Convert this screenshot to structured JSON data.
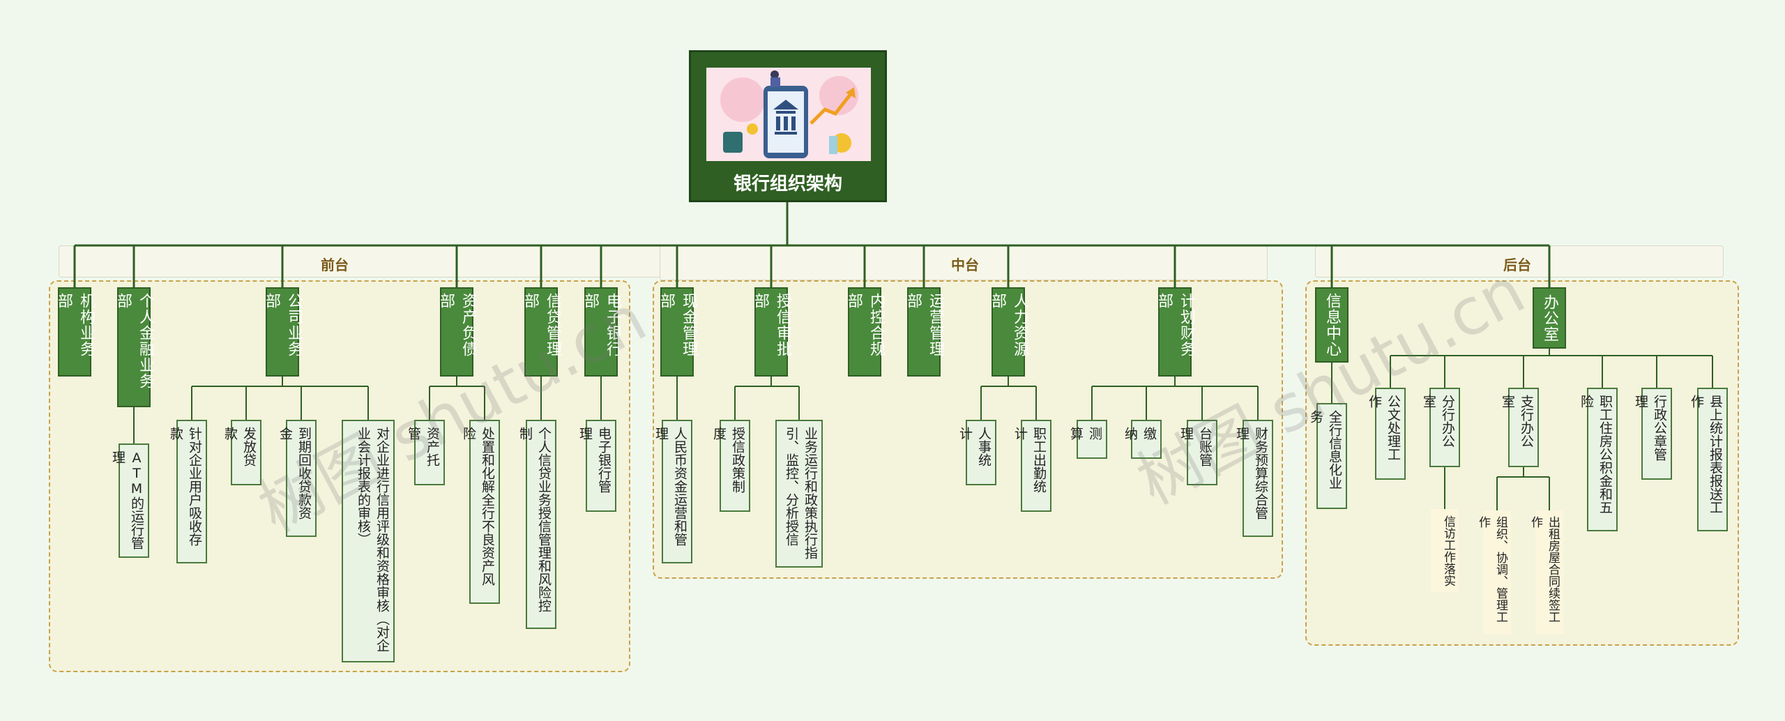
{
  "root": {
    "label": "银行组织架构"
  },
  "groups": {
    "front": "前台",
    "middle": "中台",
    "back": "后台"
  },
  "watermark": "树图 shutu.cn",
  "colors": {
    "line": "#2f5f23",
    "node_l1": "#4a8a3c",
    "node_l2": "#e8f3e4",
    "group_border": "#c8a24a",
    "background": "#f0f8ee"
  },
  "n": {
    "jg": "机构业务部",
    "gr": "个人金融业务部",
    "gr_atm": "ATM的运行管理",
    "gs": "公司业务部",
    "gs_a": "针对企业用户吸收存款",
    "gs_b": "发放贷款",
    "gs_c": "到期回收贷款资金",
    "gs_d": "对企业进行信用评级和资格审核（对企业会计报表的审核）",
    "zc": "资产负债部",
    "zc_a": "资产托管",
    "zc_b": "处置和化解全行不良资产风险",
    "xd": "信贷管理部",
    "xd_a": "个人信贷业务授信管理和风险控制",
    "dz": "电子银行部",
    "dz_a": "电子银行管理",
    "xj": "现金管理部",
    "xj_a": "人民币资金运营和管理",
    "sx": "授信审批部",
    "sx_a": "授信政策制度",
    "sx_b": "业务运行和政策执行指引、监控、分析授信",
    "nk": "内控合规部",
    "yy": "运营管理部",
    "rl": "人力资源部",
    "rl_a": "人事统计",
    "rl_b": "职工出勤统计",
    "jh": "计划财务部",
    "jh_a": "测算",
    "jh_b": "缴纳",
    "jh_c": "台账管理",
    "jh_d": "财务预算综合管理",
    "xx": "信息中心",
    "xx_a": "全行信息化业务",
    "bg": "办公室",
    "bg_a": "公文处理工作",
    "bg_b": "分行办公室",
    "bg_b1": "信访工作落实",
    "bg_c": "支行办公室",
    "bg_c1": "组织、协调、管理工作",
    "bg_c2": "出租房屋合同续签工作",
    "bg_d": "职工住房公积金和五险",
    "bg_e": "行政公章管理",
    "bg_f": "县上统计报表报送工作"
  }
}
